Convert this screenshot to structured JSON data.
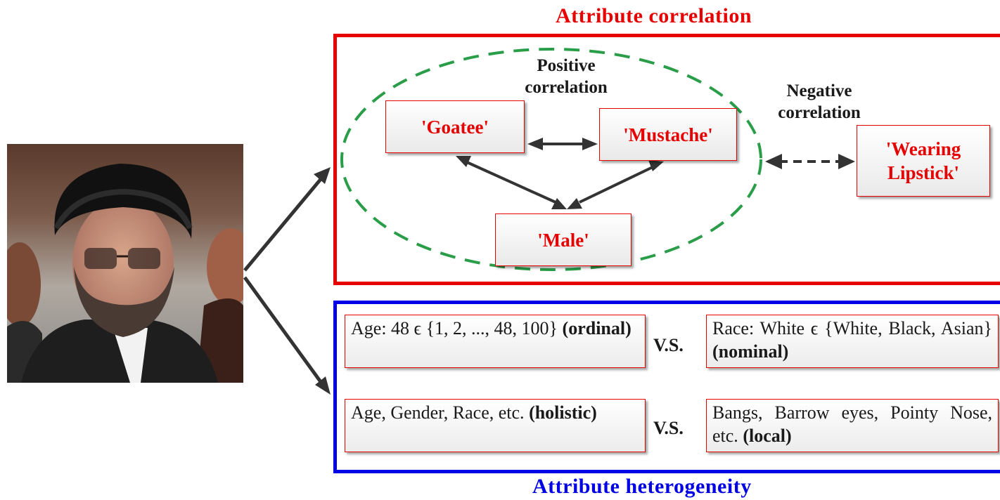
{
  "correlation": {
    "title": "Attribute correlation",
    "positive_label": "Positive correlation",
    "negative_label": "Negative correlation",
    "attributes": {
      "goatee": "'Goatee'",
      "mustache": "'Mustache'",
      "male": "'Male'",
      "lipstick": "'Wearing Lipstick'"
    }
  },
  "heterogeneity": {
    "title": "Attribute heterogeneity",
    "vs_label": "V.S.",
    "rows": [
      {
        "left_text": "Age: 48 ϵ {1, 2, ..., 48, 100}",
        "left_tag": "(ordinal)",
        "right_text": "Race: White ϵ {White, Black, Asian}",
        "right_tag": "(nominal)"
      },
      {
        "left_text": "Age, Gender, Race, etc.",
        "left_tag": "(holistic)",
        "right_text": "Bangs, Barrow eyes, Pointy Nose, etc.",
        "right_tag": "(local)"
      }
    ]
  },
  "colors": {
    "correlation_frame": "#e60000",
    "heterogeneity_frame": "#0000e6",
    "positive_ellipse": "#2a9d48",
    "attribute_text": "#e60000",
    "arrow": "#333333"
  }
}
